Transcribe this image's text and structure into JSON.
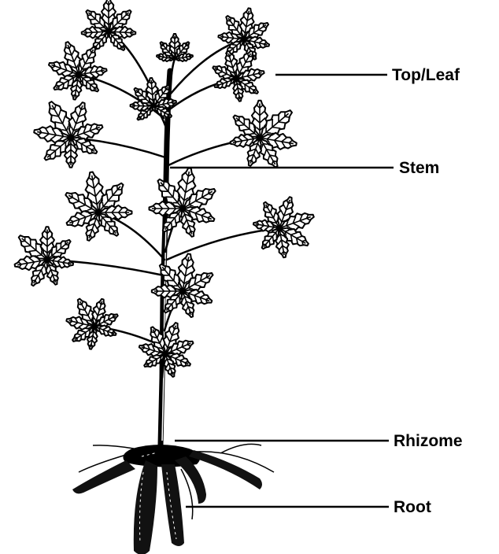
{
  "diagram": {
    "labels": {
      "top_leaf": "Top/Leaf",
      "stem": "Stem",
      "rhizome": "Rhizome",
      "root": "Root"
    },
    "colors": {
      "ink": "#000000",
      "background": "#ffffff",
      "leaf_fill": "#ffffff"
    }
  }
}
